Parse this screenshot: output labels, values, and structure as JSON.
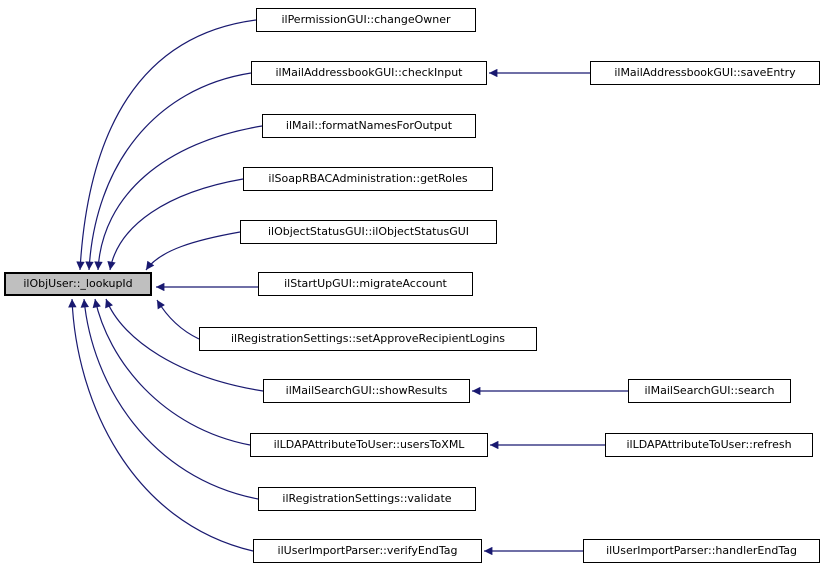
{
  "diagram": {
    "kind": "doxygen caller graph",
    "colors": {
      "edge": "#191970",
      "node_border": "#000000",
      "node_fill": "#ffffff",
      "main_node_fill": "#bfbfbf",
      "background": "#ffffff",
      "text": "#000000"
    }
  },
  "nodes": {
    "main": {
      "label": "ilObjUser::_lookupId"
    },
    "callers": [
      {
        "label": "ilPermissionGUI::changeOwner"
      },
      {
        "label": "ilMailAddressbookGUI::checkInput"
      },
      {
        "label": "ilMail::formatNamesForOutput"
      },
      {
        "label": "ilSoapRBACAdministration::getRoles"
      },
      {
        "label": "ilObjectStatusGUI::ilObjectStatusGUI"
      },
      {
        "label": "ilStartUpGUI::migrateAccount"
      },
      {
        "label": "ilRegistrationSettings::setApproveRecipientLogins"
      },
      {
        "label": "ilMailSearchGUI::showResults"
      },
      {
        "label": "ilLDAPAttributeToUser::usersToXML"
      },
      {
        "label": "ilRegistrationSettings::validate"
      },
      {
        "label": "ilUserImportParser::verifyEndTag"
      }
    ],
    "indirect": [
      {
        "label": "ilMailAddressbookGUI::saveEntry",
        "calls": "ilMailAddressbookGUI::checkInput"
      },
      {
        "label": "ilMailSearchGUI::search",
        "calls": "ilMailSearchGUI::showResults"
      },
      {
        "label": "ilLDAPAttributeToUser::refresh",
        "calls": "ilLDAPAttributeToUser::usersToXML"
      },
      {
        "label": "ilUserImportParser::handlerEndTag",
        "calls": "ilUserImportParser::verifyEndTag"
      }
    ]
  }
}
